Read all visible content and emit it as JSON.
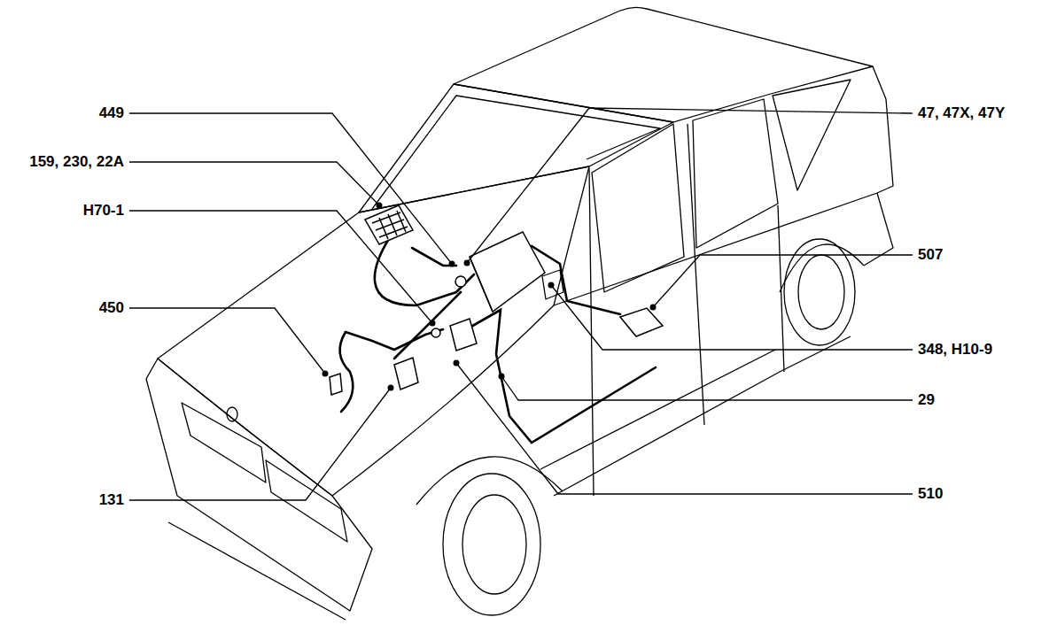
{
  "diagram": {
    "labels": [
      "449",
      "159, 230, 22A",
      "H70-1",
      "450",
      "131",
      "47, 47X, 47Y",
      "507",
      "348, H10-9",
      "29",
      "510"
    ]
  }
}
